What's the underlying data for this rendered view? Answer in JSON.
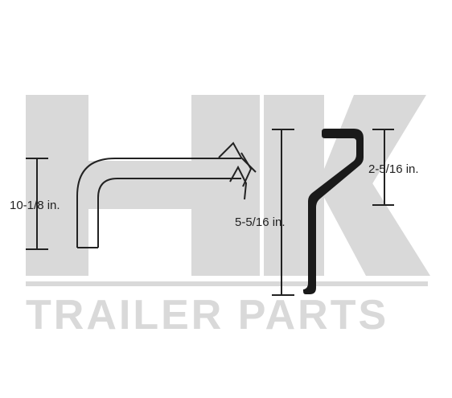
{
  "watermark": {
    "logo_letters": "HK",
    "brand_text": "TRAILER PARTS",
    "color": "#d9d9d9"
  },
  "dimensions": {
    "left_height": "10-1/8 in.",
    "total_height": "5-5/16 in.",
    "top_height": "2-5/16 in."
  },
  "colors": {
    "outline": "#222222",
    "profile_fill": "#1a1a1a"
  }
}
